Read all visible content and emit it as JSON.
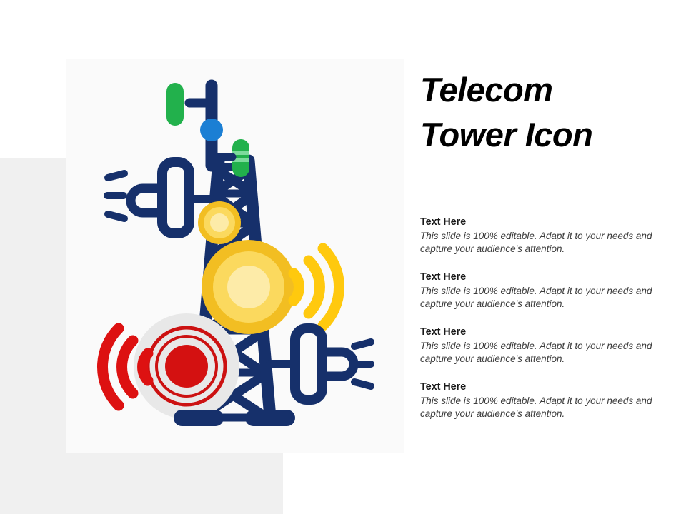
{
  "slide": {
    "title": "Telecom\nTower Icon",
    "background_color": "#ffffff",
    "panel_color": "#fafafa",
    "accent_panel_color": "#f0f0f0"
  },
  "icon": {
    "name": "telecom-tower-icon",
    "colors": {
      "navy": "#16306b",
      "green": "#22b14c",
      "green_light": "#7ddb9c",
      "blue": "#1b7fd4",
      "yellow": "#f2be22",
      "yellow_mid": "#fbd95e",
      "yellow_pale": "#fdeba8",
      "red": "#d41111",
      "red_ring": "#cc1111",
      "gray_disc": "#e8e8e8"
    },
    "parts": [
      "mast",
      "lattice-body",
      "tower-feet",
      "green-pill-antenna-left",
      "green-pill-antenna-right",
      "blue-node",
      "left-dish-antenna",
      "right-dish-antenna",
      "yellow-transmitter-small",
      "yellow-transmitter-large",
      "red-target-transmitter",
      "yellow-signal-waves",
      "red-signal-waves",
      "navy-signal-dashes-left",
      "navy-signal-dashes-right"
    ]
  },
  "text_blocks": [
    {
      "heading": "Text Here",
      "body": "This slide is 100% editable. Adapt it to your needs and capture your audience's attention."
    },
    {
      "heading": "Text Here",
      "body": "This slide is 100% editable. Adapt it to your needs and capture your audience's attention."
    },
    {
      "heading": "Text Here",
      "body": "This slide is 100% editable. Adapt it to your needs and capture your audience's attention."
    },
    {
      "heading": "Text Here",
      "body": "This slide is 100% editable. Adapt it to your needs and capture your audience's attention."
    }
  ]
}
